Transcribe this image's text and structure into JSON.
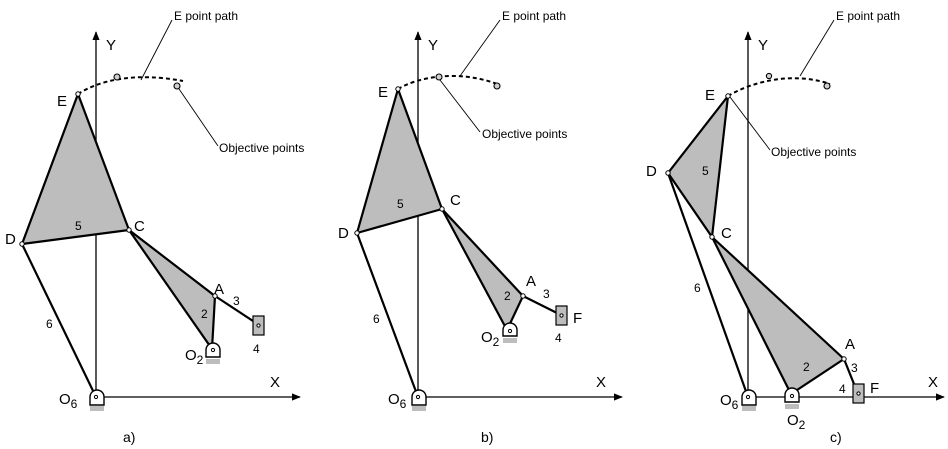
{
  "labels": {
    "path": "E point path",
    "objective": "Objective points",
    "Y": "Y",
    "X": "X",
    "E": "E",
    "D": "D",
    "C": "C",
    "A": "A",
    "F": "F",
    "O2": "O",
    "O6": "O",
    "sub2": "2",
    "sub6": "6",
    "n2": "2",
    "n3": "3",
    "n4": "4",
    "n5": "5",
    "n6": "6"
  },
  "captions": [
    "a)",
    "b)",
    "c)"
  ]
}
